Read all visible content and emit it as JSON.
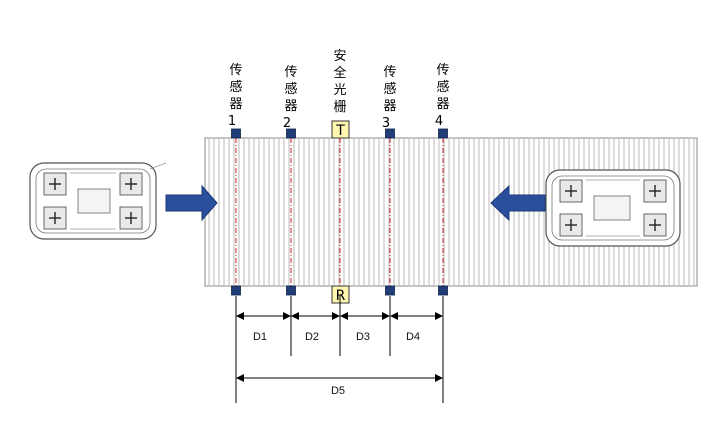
{
  "sensors": [
    {
      "chars": [
        "传",
        "感",
        "器"
      ],
      "number": "1"
    },
    {
      "chars": [
        "传",
        "感",
        "器"
      ],
      "number": "2"
    },
    {
      "chars": [
        "安",
        "全",
        "光",
        "栅"
      ],
      "number": ""
    },
    {
      "chars": [
        "传",
        "感",
        "器"
      ],
      "number": "3"
    },
    {
      "chars": [
        "传",
        "感",
        "器"
      ],
      "number": "4"
    }
  ],
  "light_curtain": {
    "top_marker": "T",
    "bottom_marker": "R"
  },
  "dimensions": [
    "D1",
    "D2",
    "D3",
    "D4",
    "D5"
  ],
  "colors": {
    "conveyor_line": "#9a9a9a",
    "sensor_square": "#1f3e7a",
    "sensor_beam": "#d0202a",
    "arrow": "#2a4f9c",
    "marker_fill": "#fff7b0"
  },
  "icons": [
    "vehicle-left-icon",
    "vehicle-right-icon",
    "arrow-right-icon",
    "arrow-left-icon"
  ]
}
